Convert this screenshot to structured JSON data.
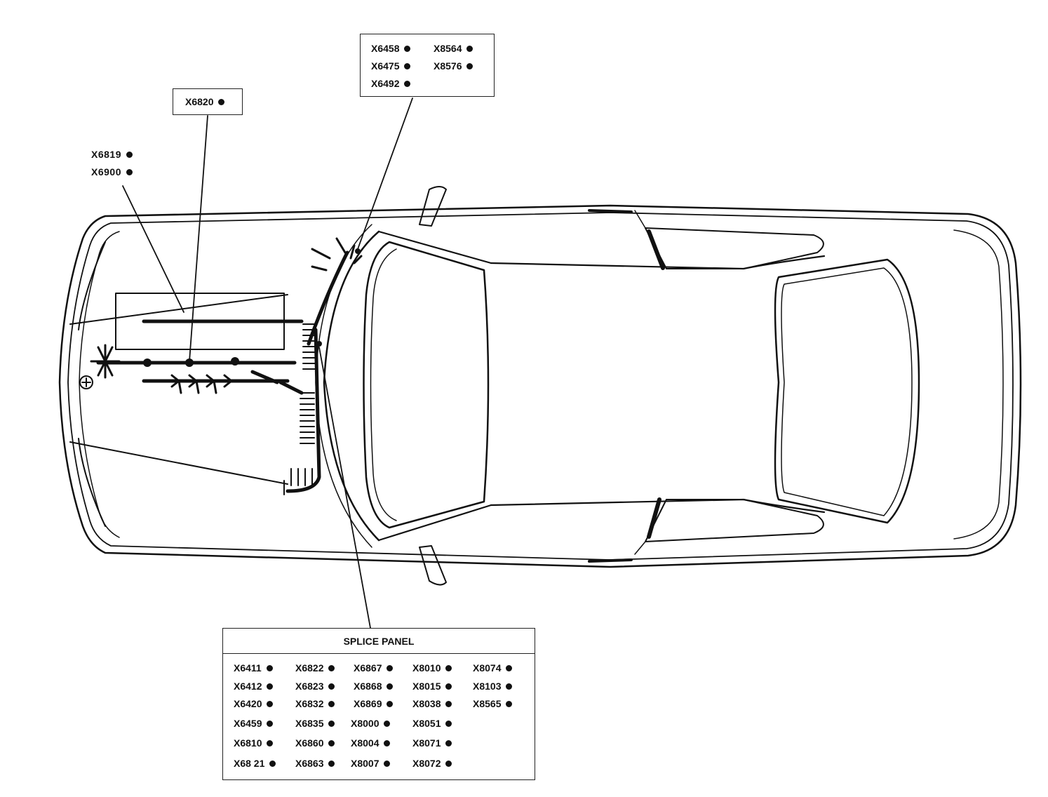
{
  "callouts": {
    "top_right": {
      "items": [
        "X6458",
        "X8564",
        "X6475",
        "X8576",
        "X6492"
      ]
    },
    "x6820": {
      "items": [
        "X6820"
      ]
    },
    "floating": {
      "items": [
        "X6819",
        "X6900"
      ]
    }
  },
  "splice_panel": {
    "title": "SPLICE PANEL",
    "columns": [
      [
        "X6411",
        "X6412",
        "X6420",
        "X6459",
        "X6810",
        "X68 21"
      ],
      [
        "X6822",
        "X6823",
        "X6832",
        "X6835",
        "X6860",
        "X6863"
      ],
      [
        "X6867",
        "X6868",
        "X6869",
        "X8000",
        "X8004",
        "X8007"
      ],
      [
        "X8010",
        "X8015",
        "X8038",
        "X8051",
        "X8071",
        "X8072"
      ],
      [
        "X8074",
        "X8103",
        "X8565"
      ]
    ]
  },
  "colors": {
    "ink": "#111111",
    "background": "#ffffff"
  }
}
